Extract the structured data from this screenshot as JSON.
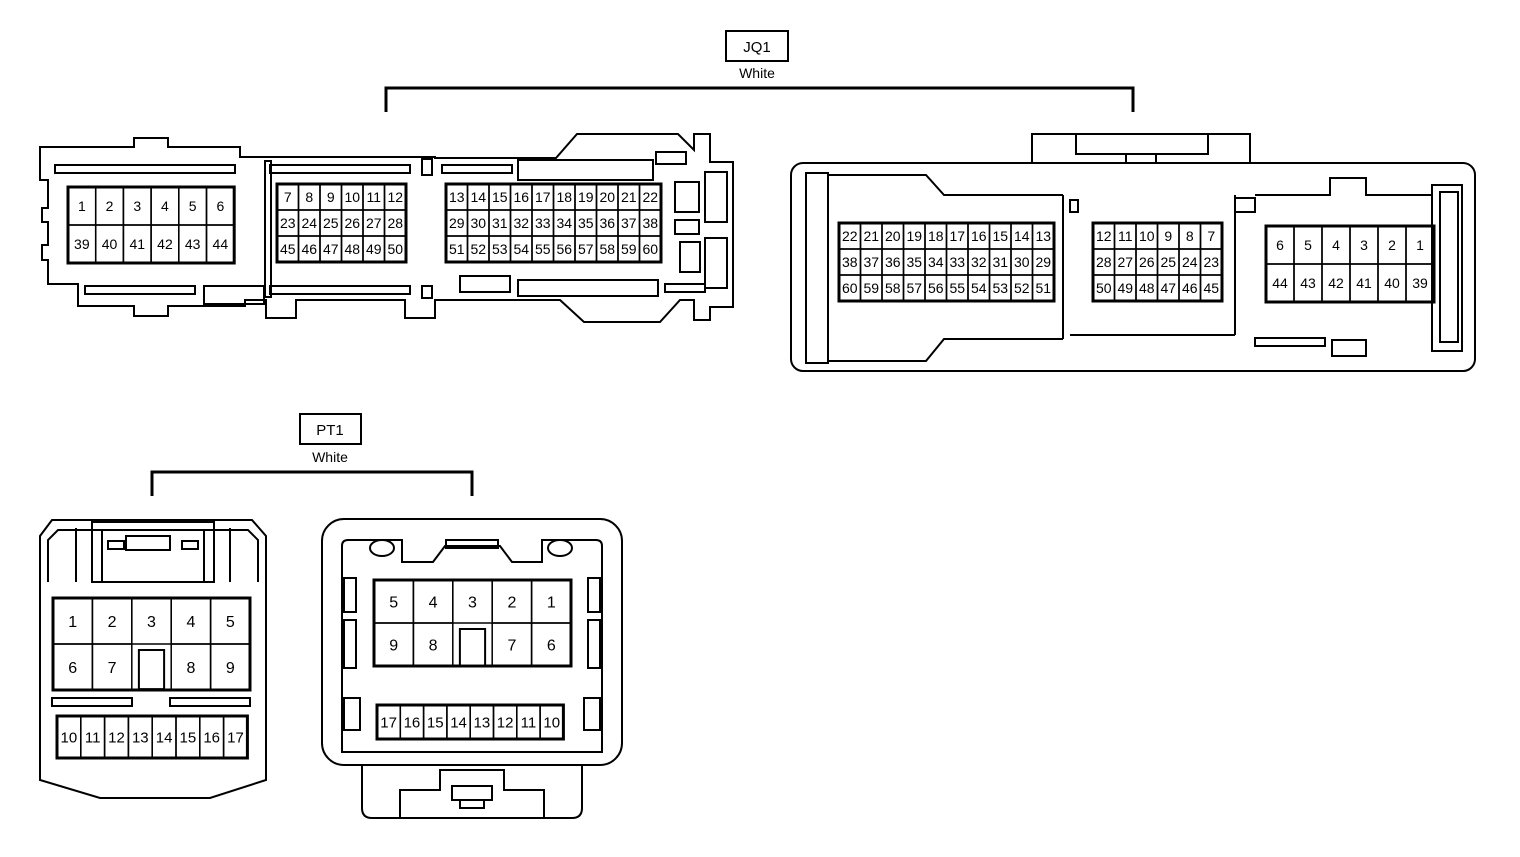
{
  "connectors": {
    "jq1": {
      "code": "JQ1",
      "color": "White",
      "left_view": {
        "a_rows": [
          [
            "1",
            "2",
            "3",
            "4",
            "5",
            "6"
          ],
          [
            "39",
            "40",
            "41",
            "42",
            "43",
            "44"
          ]
        ],
        "b_rows": [
          [
            "7",
            "8",
            "9",
            "10",
            "11",
            "12"
          ],
          [
            "23",
            "24",
            "25",
            "26",
            "27",
            "28"
          ],
          [
            "45",
            "46",
            "47",
            "48",
            "49",
            "50"
          ]
        ],
        "c_rows": [
          [
            "13",
            "14",
            "15",
            "16",
            "17",
            "18",
            "19",
            "20",
            "21",
            "22"
          ],
          [
            "29",
            "30",
            "31",
            "32",
            "33",
            "34",
            "35",
            "36",
            "37",
            "38"
          ],
          [
            "51",
            "52",
            "53",
            "54",
            "55",
            "56",
            "57",
            "58",
            "59",
            "60"
          ]
        ]
      },
      "right_view": {
        "a_rows": [
          [
            "22",
            "21",
            "20",
            "19",
            "18",
            "17",
            "16",
            "15",
            "14",
            "13"
          ],
          [
            "38",
            "37",
            "36",
            "35",
            "34",
            "33",
            "32",
            "31",
            "30",
            "29"
          ],
          [
            "60",
            "59",
            "58",
            "57",
            "56",
            "55",
            "54",
            "53",
            "52",
            "51"
          ]
        ],
        "b_rows": [
          [
            "12",
            "11",
            "10",
            "9",
            "8",
            "7"
          ],
          [
            "28",
            "27",
            "26",
            "25",
            "24",
            "23"
          ],
          [
            "50",
            "49",
            "48",
            "47",
            "46",
            "45"
          ]
        ],
        "c_rows": [
          [
            "6",
            "5",
            "4",
            "3",
            "2",
            "1"
          ],
          [
            "44",
            "43",
            "42",
            "41",
            "40",
            "39"
          ]
        ]
      }
    },
    "pt1": {
      "code": "PT1",
      "color": "White",
      "left_view": {
        "row1": [
          "1",
          "2",
          "3",
          "4",
          "5"
        ],
        "row2": [
          "6",
          "7",
          "",
          "8",
          "9"
        ],
        "row3": [
          "10",
          "11",
          "12",
          "13",
          "14",
          "15",
          "16",
          "17"
        ]
      },
      "right_view": {
        "row1": [
          "5",
          "4",
          "3",
          "2",
          "1"
        ],
        "row2": [
          "9",
          "8",
          "",
          "7",
          "6"
        ],
        "row3": [
          "17",
          "16",
          "15",
          "14",
          "13",
          "12",
          "11",
          "10"
        ]
      }
    }
  },
  "colors": {
    "line": "#000000",
    "background": "#ffffff"
  }
}
